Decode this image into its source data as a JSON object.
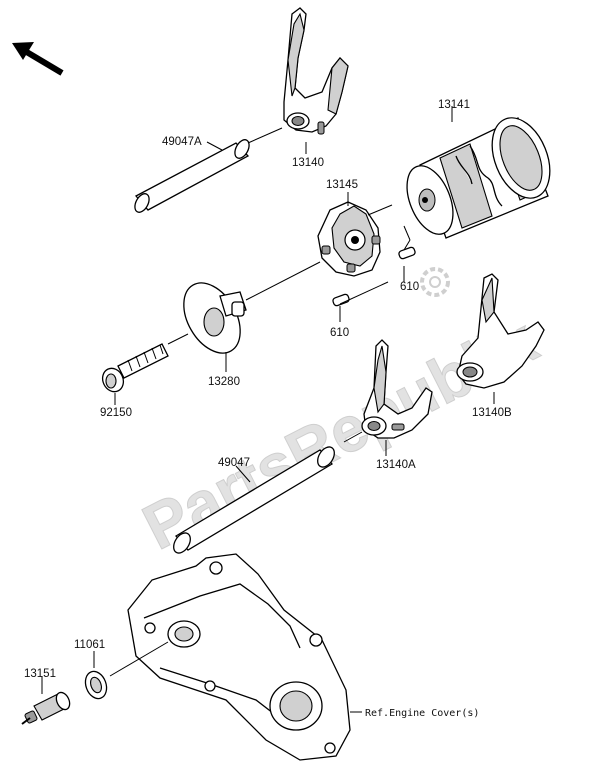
{
  "watermark": "PartsRepublik",
  "callouts": {
    "fork_top": "13140",
    "shaft_short": "49047A",
    "drum": "13141",
    "holder": "13145",
    "pin_upper": "610",
    "pin_lower": "610",
    "plate": "13280",
    "bolt": "92150",
    "fork_right": "13140B",
    "fork_mid": "13140A",
    "shaft_long": "49047",
    "washer": "11061",
    "switch": "13151",
    "cover_ref": "Ref.Engine Cover(s)"
  },
  "icons": {
    "direction": "front-direction-arrow-icon",
    "watermark_gear": "gear-icon"
  }
}
